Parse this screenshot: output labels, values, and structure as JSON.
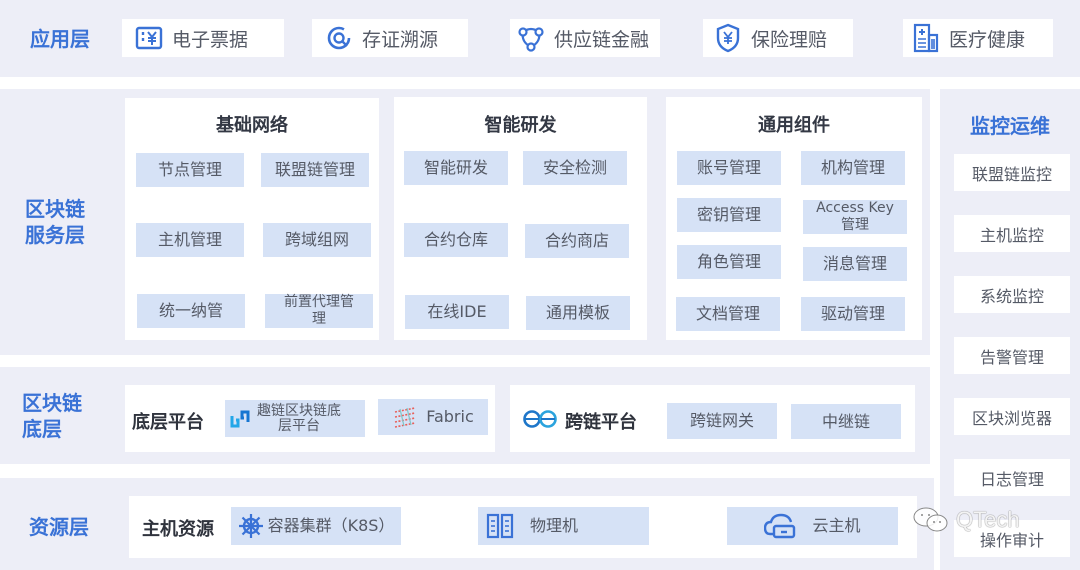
{
  "app_layer": {
    "label": "应用层",
    "items": [
      {
        "label": "电子票据",
        "icon": "receipt-yen-icon"
      },
      {
        "label": "存证溯源",
        "icon": "trace-circle-icon"
      },
      {
        "label": "供应链金融",
        "icon": "network-nodes-icon"
      },
      {
        "label": "保险理赔",
        "icon": "shield-yen-icon"
      },
      {
        "label": "医疗健康",
        "icon": "hospital-building-icon"
      }
    ]
  },
  "service_layer": {
    "label_line1": "区块链",
    "label_line2": "服务层",
    "groups": [
      {
        "title": "基础网络",
        "items": [
          "节点管理",
          "联盟链管理",
          "主机管理",
          "跨域组网",
          "统一纳管",
          "前置代理管理"
        ]
      },
      {
        "title": "智能研发",
        "items": [
          "智能研发",
          "安全检测",
          "合约仓库",
          "合约商店",
          "在线IDE",
          "通用模板"
        ]
      },
      {
        "title": "通用组件",
        "items": [
          "账号管理",
          "机构管理",
          "密钥管理",
          "Access Key 管理",
          "角色管理",
          "消息管理",
          "文档管理",
          "驱动管理"
        ]
      }
    ]
  },
  "monitoring": {
    "title": "监控运维",
    "items": [
      "联盟链监控",
      "主机监控",
      "系统监控",
      "告警管理",
      "区块浏览器",
      "日志管理",
      "操作审计"
    ]
  },
  "base_layer": {
    "label_line1": "区块链",
    "label_line2": "底层",
    "platform_label": "底层平台",
    "platforms": [
      {
        "label_line1": "趣链区块链底",
        "label_line2": "层平台",
        "icon": "hyperchain-logo-icon"
      },
      {
        "label": "Fabric",
        "icon": "fabric-logo-icon"
      }
    ],
    "cross_chain_label": "跨链平台",
    "cross_chain_items": [
      "跨链网关",
      "中继链"
    ]
  },
  "resource_layer": {
    "label": "资源层",
    "host_label": "主机资源",
    "items": [
      {
        "label": "容器集群（K8S）",
        "icon": "kubernetes-helm-icon"
      },
      {
        "label": "物理机",
        "icon": "server-rack-icon"
      },
      {
        "label": "云主机",
        "icon": "cloud-host-icon"
      }
    ]
  },
  "watermark": "QTech",
  "colors": {
    "accent_blue": "#3a72d6",
    "band_bg": "#edeef7",
    "tile_bg": "#d6e2f6",
    "text": "#555a66"
  }
}
